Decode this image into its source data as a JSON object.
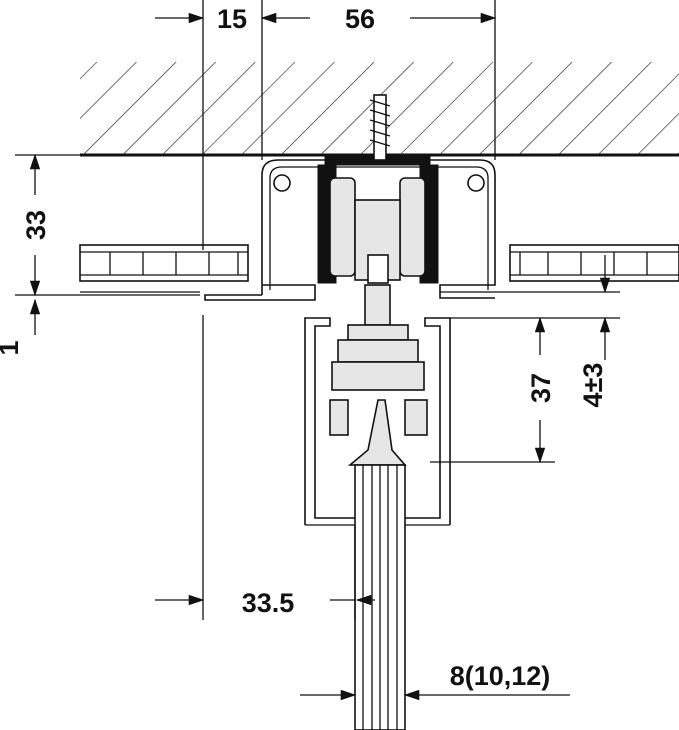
{
  "drawing": {
    "title": "Sliding door top track mounting dimensions",
    "dimensions": {
      "offset_wall": "15",
      "track_width": "56",
      "track_height": "33",
      "gap": "1",
      "carrier_height": "37",
      "adjustment": "4±3",
      "door_offset": "33.5",
      "glass_thickness": "8(10,12)"
    }
  }
}
